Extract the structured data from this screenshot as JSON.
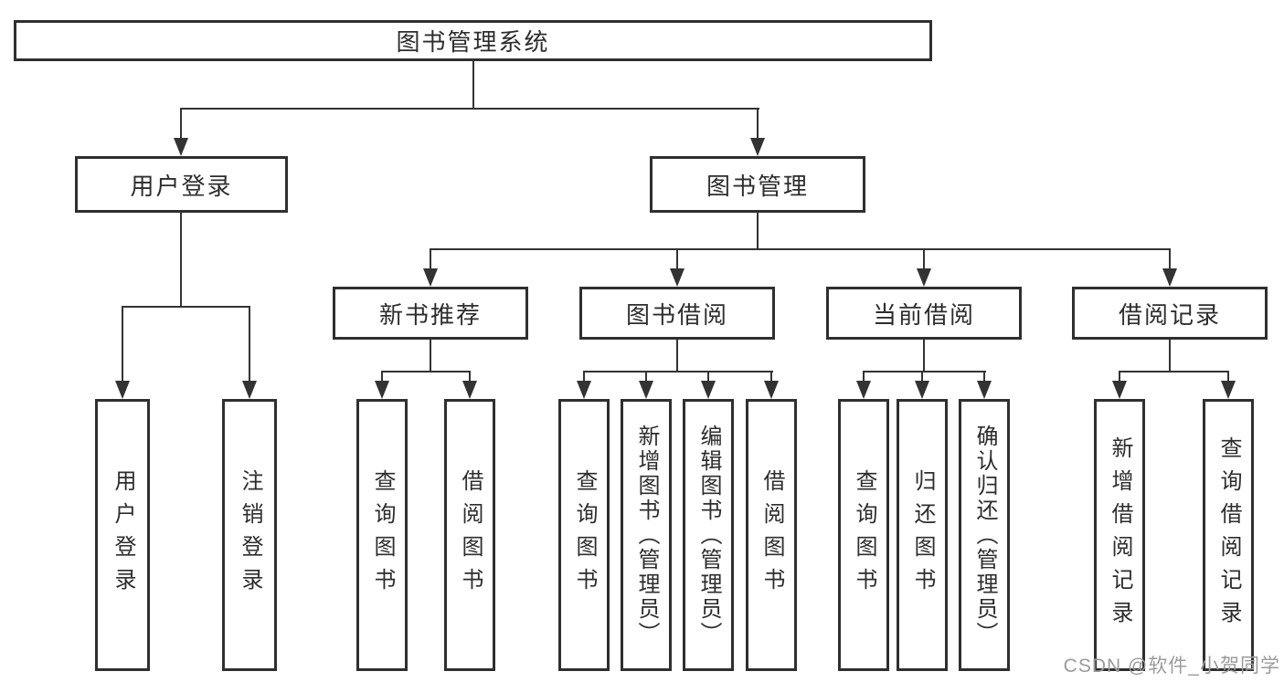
{
  "tree": {
    "root": "图书管理系统",
    "level2": [
      "用户登录",
      "图书管理"
    ],
    "level3": [
      "新书推荐",
      "图书借阅",
      "当前借阅",
      "借阅记录"
    ],
    "leaves": {
      "login": [
        "用户登录",
        "注销登录"
      ],
      "recommend": [
        "查询图书",
        "借阅图书"
      ],
      "borrow": [
        "查询图书",
        "新增图书（管理员）",
        "编辑图书（管理员）",
        "借阅图书"
      ],
      "current": [
        "查询图书",
        "归还图书",
        "确认归还（管理员）"
      ],
      "records": [
        "新增借阅记录",
        "查询借阅记录"
      ]
    }
  },
  "watermark": "CSDN @软件_小贺同学",
  "colors": {
    "line": "#333333",
    "box_border": "#2f2f2f",
    "text": "#2d2d2d",
    "watermark": "#9b9b9b",
    "background": "#ffffff"
  }
}
